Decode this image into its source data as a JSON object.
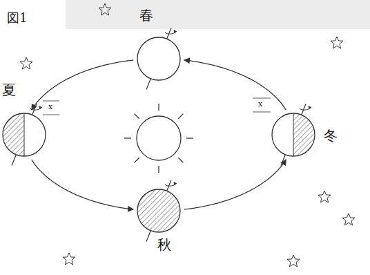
{
  "diagram": {
    "nodes": [
      {
        "text": [
          "春"
        ]
      },
      {
        "text": [
          "夏"
        ]
      },
      {
        "text": [
          "冬"
        ]
      },
      {
        "text": [
          "秋"
        ]
      }
    ],
    "edges": [
      {
        "from": 0,
        "to": 1,
        "arrow": "to"
      },
      {
        "from": 1,
        "to": 3,
        "arrow": "to"
      },
      {
        "from": 3,
        "to": 2,
        "arrow": "to"
      },
      {
        "from": 2,
        "to": 0,
        "arrow": "to"
      }
    ],
    "labels": [
      "図1",
      "x",
      "x"
    ]
  }
}
